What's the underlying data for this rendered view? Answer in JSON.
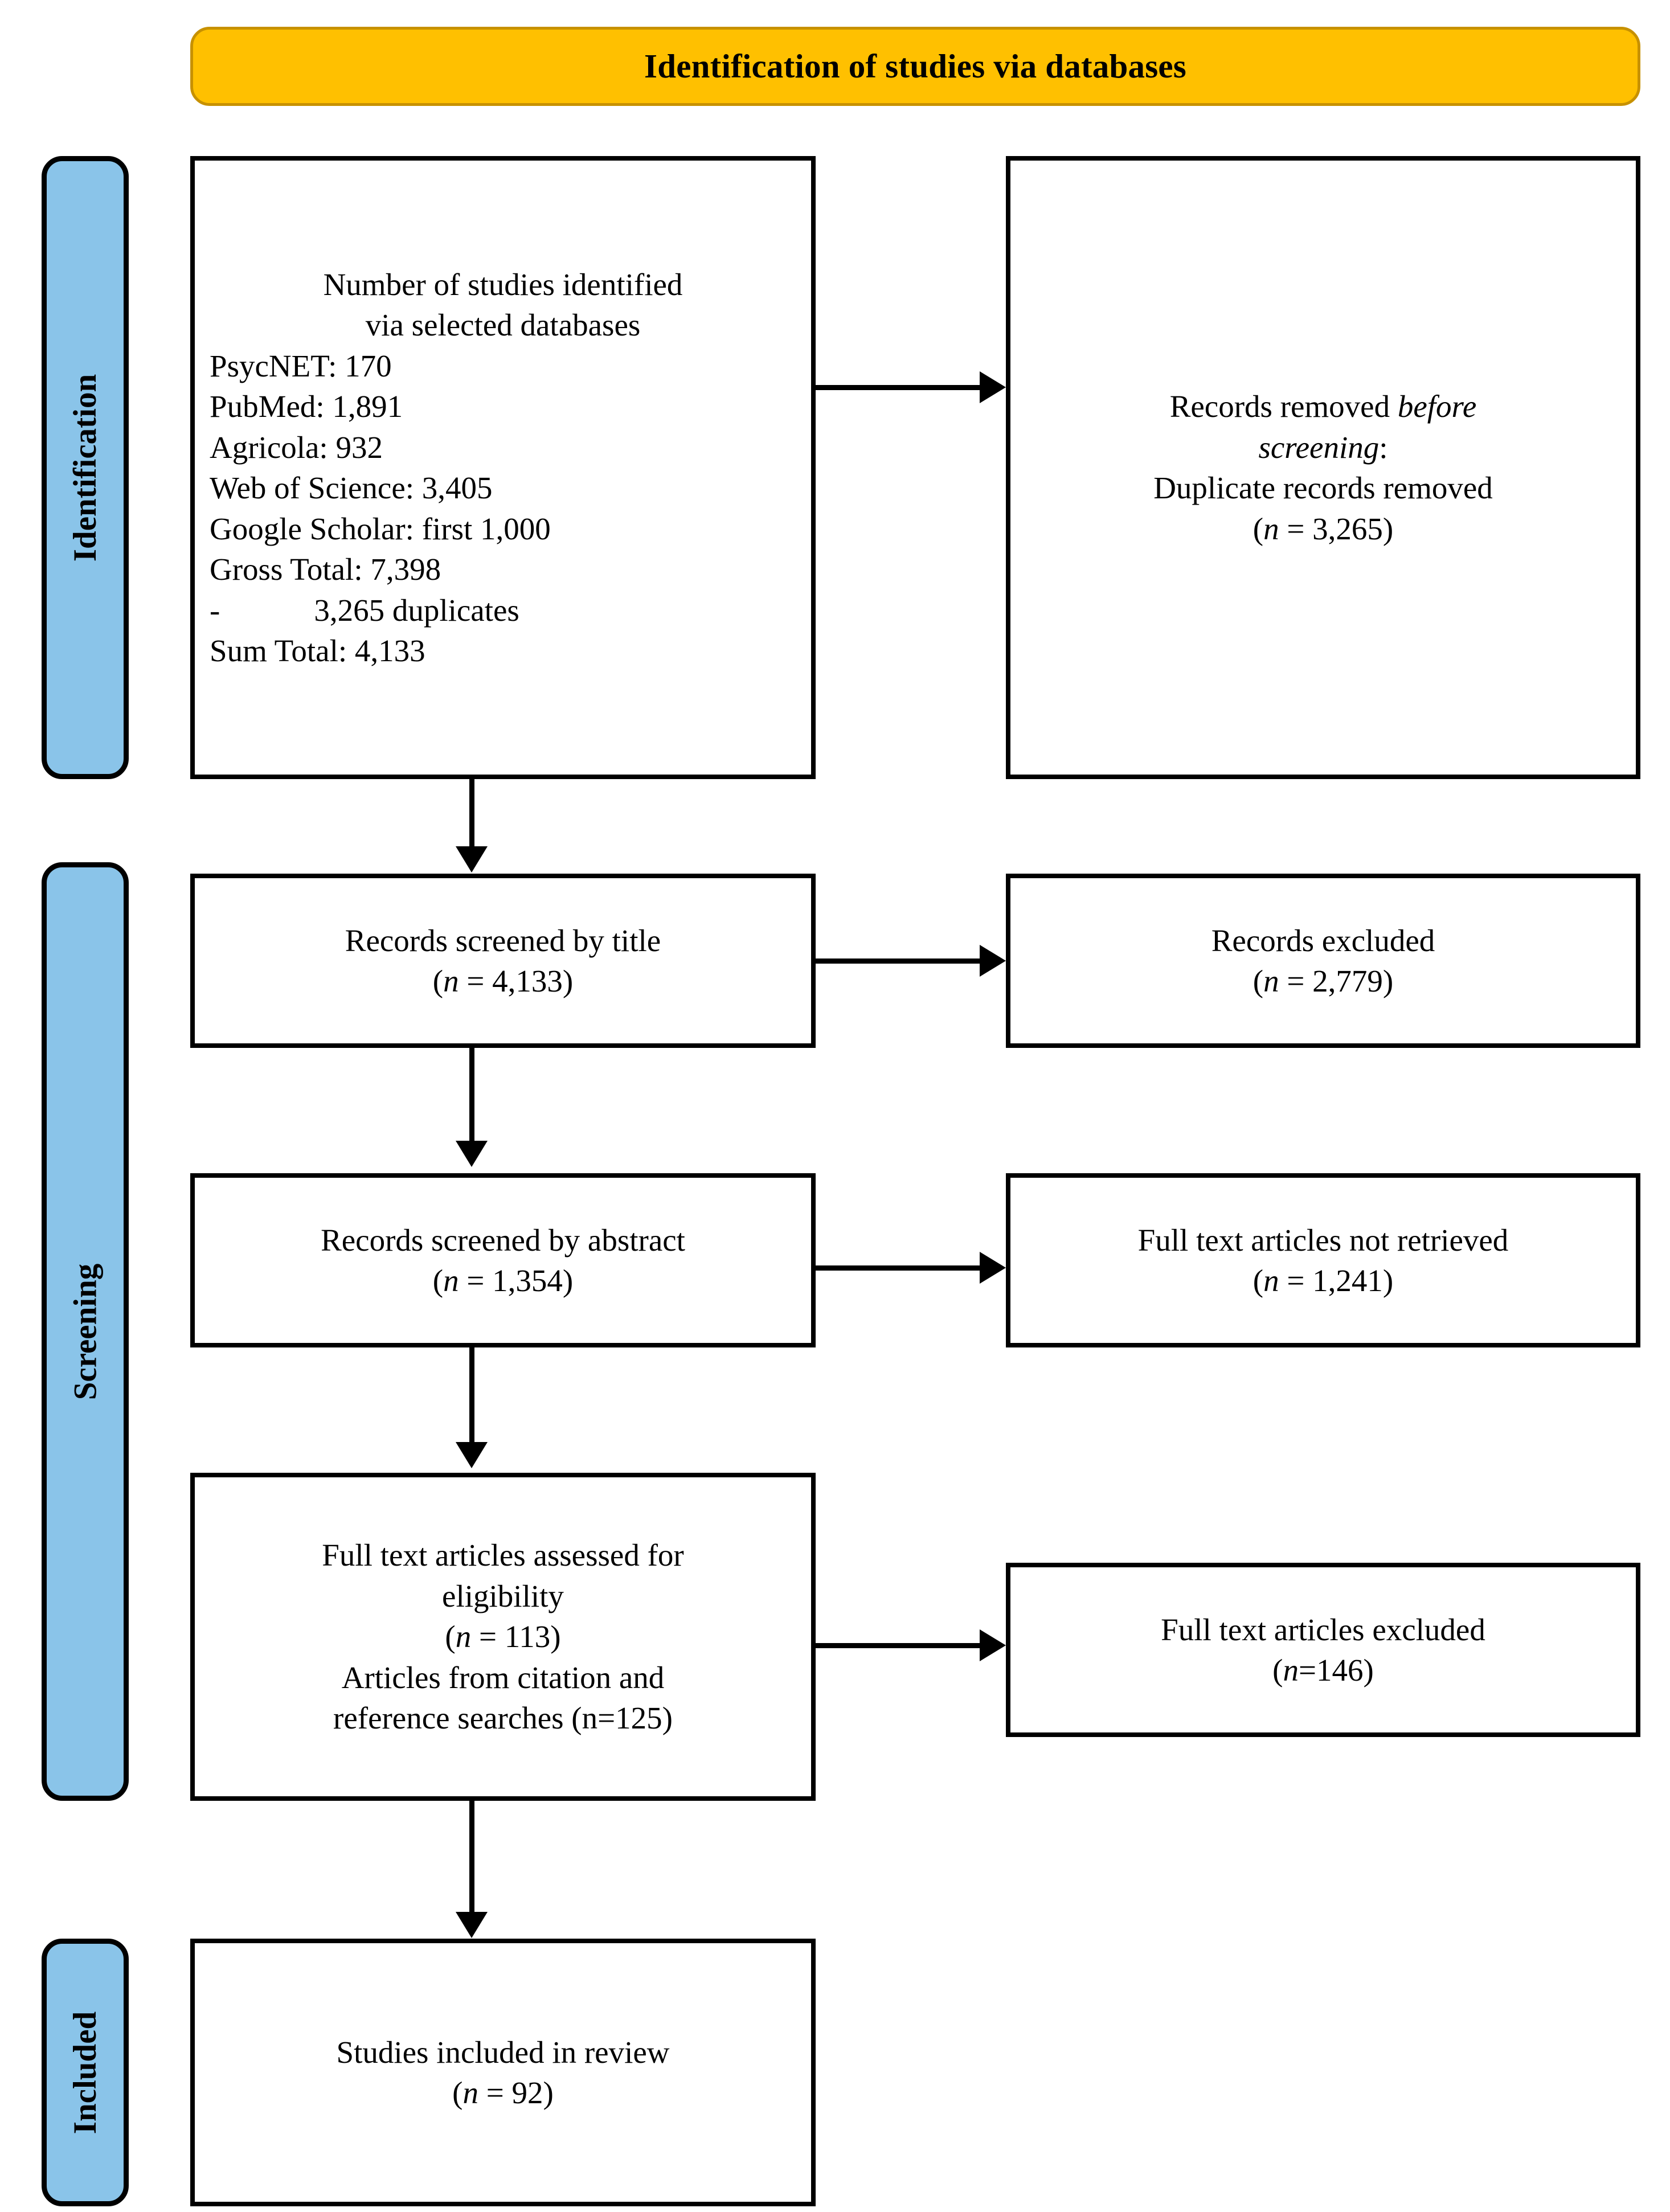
{
  "banner": {
    "title": "Identification of studies via databases",
    "fill_color": "#FFC000"
  },
  "stages": [
    {
      "id": "identification",
      "label": "Identification",
      "fill_color": "#8AC4E9"
    },
    {
      "id": "screening",
      "label": "Screening",
      "fill_color": "#8AC4E9"
    },
    {
      "id": "included",
      "label": "Included",
      "fill_color": "#8AC4E9"
    }
  ],
  "nodes": {
    "identified": {
      "id": "records-identified",
      "lines": [
        "Number of studies identified",
        "via selected databases",
        "PsycNET: 170",
        "PubMed: 1,891",
        "Agricola: 932",
        "Web of Science: 3,405",
        "Google Scholar: first 1,000",
        "Gross Total: 7,398",
        "-            3,265 duplicates",
        "Sum Total: 4,133"
      ]
    },
    "removed_before_screening": {
      "id": "records-removed-before-screening",
      "line1_prefix": "Records removed ",
      "line1_italic": "before",
      "line2_italic": "screening",
      "line2_suffix": ":",
      "line3": "Duplicate records removed",
      "count_prefix": "(",
      "count_italic_n": "n",
      "count_value": " = 3,265)"
    },
    "screened_title": {
      "id": "records-screened-by-title",
      "line1": "Records screened by title",
      "count_italic_n": "n",
      "count_value": " = 4,133"
    },
    "excluded_title": {
      "id": "records-excluded",
      "line1": "Records excluded",
      "count_italic_n": "n",
      "count_value": " = 2,779"
    },
    "screened_abstract": {
      "id": "records-screened-by-abstract",
      "line1": "Records screened by abstract",
      "count_italic_n": "n",
      "count_value": " = 1,354"
    },
    "not_retrieved": {
      "id": "full-text-not-retrieved",
      "line1": "Full text articles not retrieved",
      "count_italic_n": "n",
      "count_value": " = 1,241"
    },
    "assessed": {
      "id": "full-text-assessed-for-eligibility",
      "line1": "Full text articles assessed for",
      "line2": "eligibility",
      "count_italic_n": "n",
      "count_value": " = 113",
      "line4": "Articles from citation and",
      "line5": "reference searches (n=125)"
    },
    "fulltext_excluded": {
      "id": "full-text-excluded",
      "line1": "Full text articles excluded",
      "count_italic_n": "n",
      "count_value": "=146"
    },
    "included": {
      "id": "studies-included-in-review",
      "line1": "Studies included in review",
      "count_italic_n": "n",
      "count_value": " = 92"
    }
  },
  "chart_data": {
    "type": "diagram",
    "title": "Identification of studies via databases",
    "flow": [
      {
        "stage": "Identification",
        "box": "Number of studies identified via selected databases",
        "n": 4133
      },
      {
        "stage": "Identification",
        "box": "Duplicate records removed",
        "n": 3265
      },
      {
        "stage": "Screening",
        "box": "Records screened by title",
        "n": 4133
      },
      {
        "stage": "Screening",
        "box": "Records excluded",
        "n": 2779
      },
      {
        "stage": "Screening",
        "box": "Records screened by abstract",
        "n": 1354
      },
      {
        "stage": "Screening",
        "box": "Full text articles not retrieved",
        "n": 1241
      },
      {
        "stage": "Screening",
        "box": "Full text articles assessed for eligibility",
        "n": 113
      },
      {
        "stage": "Screening",
        "box": "Articles from citation and reference searches",
        "n": 125
      },
      {
        "stage": "Screening",
        "box": "Full text articles excluded",
        "n": 146
      },
      {
        "stage": "Included",
        "box": "Studies included in review",
        "n": 92
      }
    ],
    "database_counts": [
      {
        "source": "PsycNET",
        "value": 170
      },
      {
        "source": "PubMed",
        "value": 1891
      },
      {
        "source": "Agricola",
        "value": 932
      },
      {
        "source": "Web of Science",
        "value": 3405
      },
      {
        "source": "Google Scholar",
        "value": 1000,
        "note": "first 1,000"
      }
    ],
    "gross_total": 7398,
    "duplicates": 3265,
    "sum_total": 4133
  }
}
